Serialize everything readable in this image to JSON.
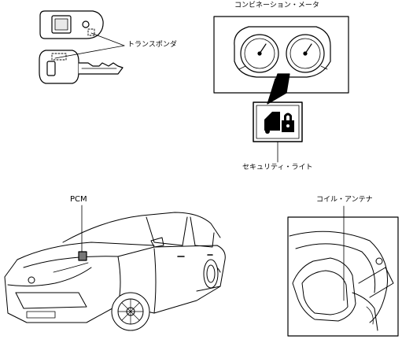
{
  "labels": {
    "transponder": "トランスポンダ",
    "combination_meter": "コンビネーション・メータ",
    "security_light": "セキュリティ・ライト",
    "pcm": "PCM",
    "coil_antenna": "コイル・アンテナ"
  }
}
